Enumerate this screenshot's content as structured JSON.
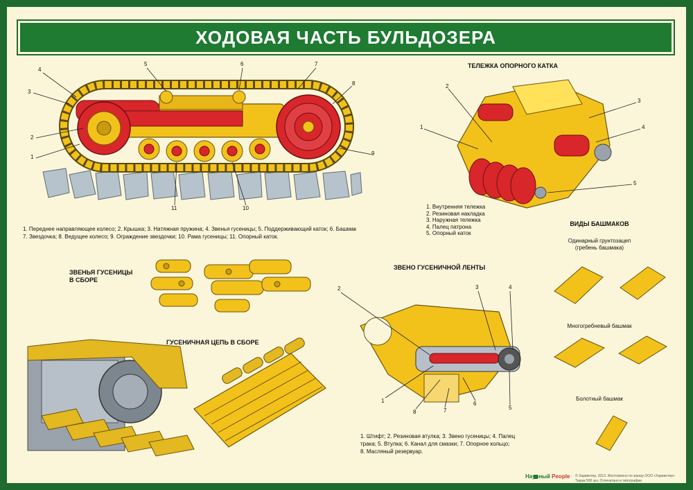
{
  "title": "ХОДОВАЯ ЧАСТЬ БУЛЬДОЗЕРА",
  "undercarriage": {
    "callouts": [
      "1",
      "2",
      "3",
      "4",
      "5",
      "6",
      "7",
      "8",
      "9",
      "10",
      "11"
    ],
    "legend_line1": "1. Переднее направляющее колесо; 2. Крышка; 3. Натяжная пружина; 4. Звенья гусеницы; 5. Поддерживающий каток; 6. Башмак",
    "legend_line2": "7. Звездочка; 8. Ведущее колесо; 9. Ограждение звездочки; 10. Рама гусеницы; 11. Опорный каток."
  },
  "roller_bogie": {
    "heading": "ТЕЛЕЖКА ОПОРНОГО КАТКА",
    "callouts": [
      "1",
      "2",
      "3",
      "4",
      "5"
    ],
    "legend": [
      "1. Внутренняя тележка",
      "2. Резиновая накладка",
      "3. Наружная тележка",
      "4. Палец патрона",
      "5. Опорный каток"
    ]
  },
  "track_links": {
    "heading_line1": "ЗВЕНЬЯ ГУСЕНИЦЫ",
    "heading_line2": "В СБОРЕ"
  },
  "track_chain": {
    "heading": "ГУСЕНИЧНАЯ ЦЕПЬ В СБОРЕ"
  },
  "track_belt_link": {
    "heading": "ЗВЕНО ГУСЕНИЧНОЙ ЛЕНТЫ",
    "callouts": [
      "1",
      "2",
      "3",
      "4",
      "5",
      "6",
      "7",
      "8"
    ],
    "legend_line1": "1. Штифт; 2. Резиновая втулка; 3. Звено гусеницы; 4. Палец",
    "legend_line2": "трака; 5. Втулка; 6. Канал для смазки; 7. Опорное кольцо;",
    "legend_line3": "8. Масляный резервуар."
  },
  "shoe_types": {
    "heading": "ВИДЫ БАШМАКОВ",
    "single_line1": "Одинарный грунтозацеп",
    "single_line2": "(гребень башмака)",
    "multi": "Многогребневый башмак",
    "swamp": "Болотный башмак"
  },
  "footer": {
    "line1": "© Харвинтер, 2013. Изготовлено по заказу ООО «Харвинтер»",
    "line2": "Тираж 500 экз. Отпечатано в типографии",
    "brand_a": "Научный",
    "brand_b": "People"
  },
  "colors": {
    "frame": "#1f6b2f",
    "title_bar": "#1f7a32",
    "background": "#fbf6da",
    "yellow": "#f2c21a",
    "red": "#d8262b",
    "gray": "#9aa3ab"
  }
}
